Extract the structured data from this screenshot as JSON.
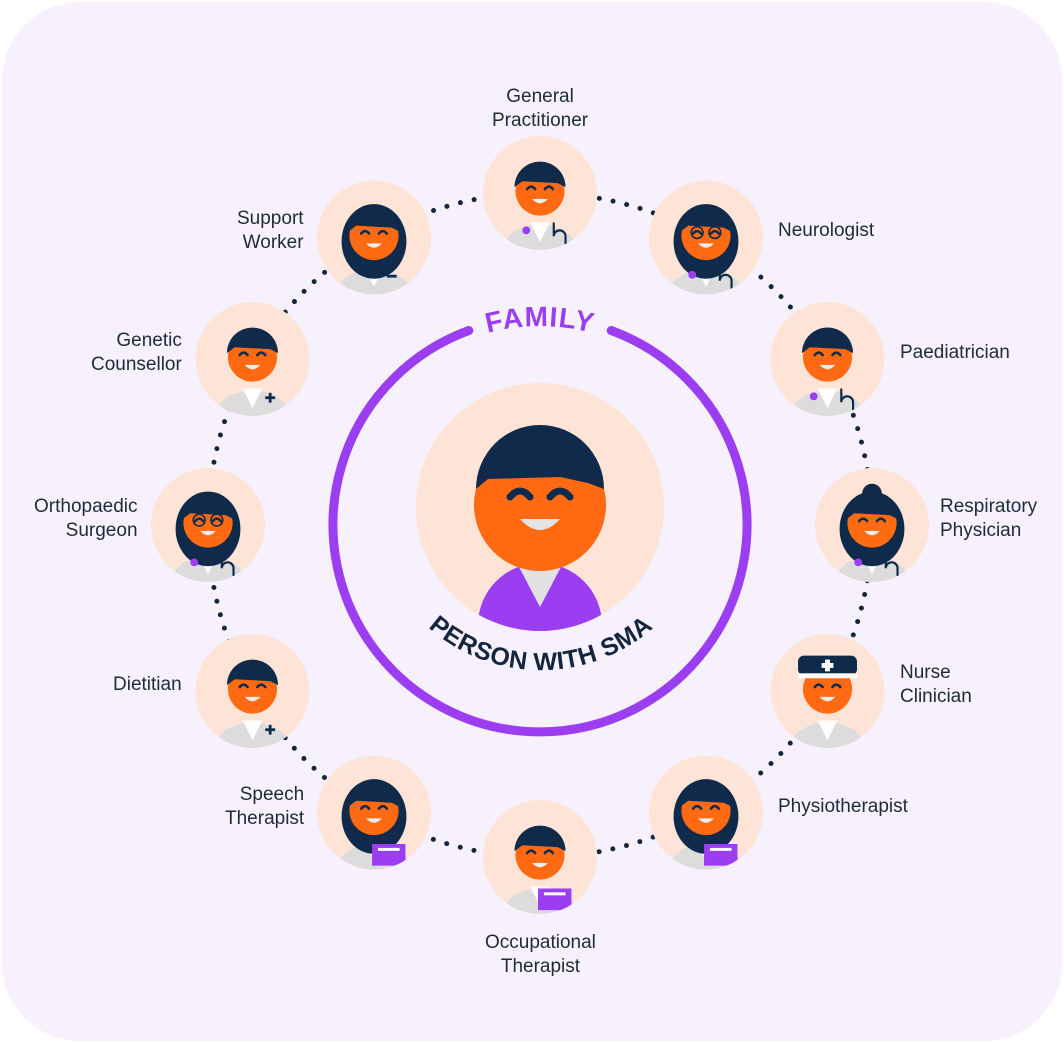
{
  "center": {
    "ring_top_label": "FAMILY",
    "ring_bottom_label": "PERSON WITH SMA"
  },
  "colors": {
    "background": "#f7f1fd",
    "face": "#ff6a13",
    "hair": "#0f2a4a",
    "avatar_bg": "#fde4d6",
    "ring": "#9b3df0",
    "coat": "#dcdcdc",
    "text": "#1d2b3a"
  },
  "roles": [
    {
      "id": "general-practitioner",
      "lines": [
        "General",
        "Practitioner"
      ],
      "icon": "gp-avatar-icon",
      "accessory": "stethoscope"
    },
    {
      "id": "neurologist",
      "lines": [
        "Neurologist"
      ],
      "icon": "neurologist-avatar-icon",
      "accessory": "stethoscope"
    },
    {
      "id": "paediatrician",
      "lines": [
        "Paediatrician"
      ],
      "icon": "paediatrician-avatar-icon",
      "accessory": "stethoscope"
    },
    {
      "id": "respiratory-physician",
      "lines": [
        "Respiratory",
        "Physician"
      ],
      "icon": "respiratory-physician-avatar-icon",
      "accessory": "stethoscope"
    },
    {
      "id": "nurse-clinician",
      "lines": [
        "Nurse",
        "Clinician"
      ],
      "icon": "nurse-avatar-icon",
      "accessory": "nurse-cap"
    },
    {
      "id": "physiotherapist",
      "lines": [
        "Physiotherapist"
      ],
      "icon": "physiotherapist-avatar-icon",
      "accessory": "clipboard"
    },
    {
      "id": "occupational-therapist",
      "lines": [
        "Occupational",
        "Therapist"
      ],
      "icon": "occupational-therapist-avatar-icon",
      "accessory": "clipboard"
    },
    {
      "id": "speech-therapist",
      "lines": [
        "Speech",
        "Therapist"
      ],
      "icon": "speech-therapist-avatar-icon",
      "accessory": "clipboard"
    },
    {
      "id": "dietitian",
      "lines": [
        "Dietitian"
      ],
      "icon": "dietitian-avatar-icon",
      "accessory": "plus-badge"
    },
    {
      "id": "orthopaedic-surgeon",
      "lines": [
        "Orthopaedic",
        "Surgeon"
      ],
      "icon": "orthopaedic-surgeon-avatar-icon",
      "accessory": "stethoscope"
    },
    {
      "id": "genetic-counsellor",
      "lines": [
        "Genetic",
        "Counsellor"
      ],
      "icon": "genetic-counsellor-avatar-icon",
      "accessory": "plus-badge"
    },
    {
      "id": "support-worker",
      "lines": [
        "Support",
        "Worker"
      ],
      "icon": "support-worker-avatar-icon",
      "accessory": "minus-badge"
    }
  ]
}
